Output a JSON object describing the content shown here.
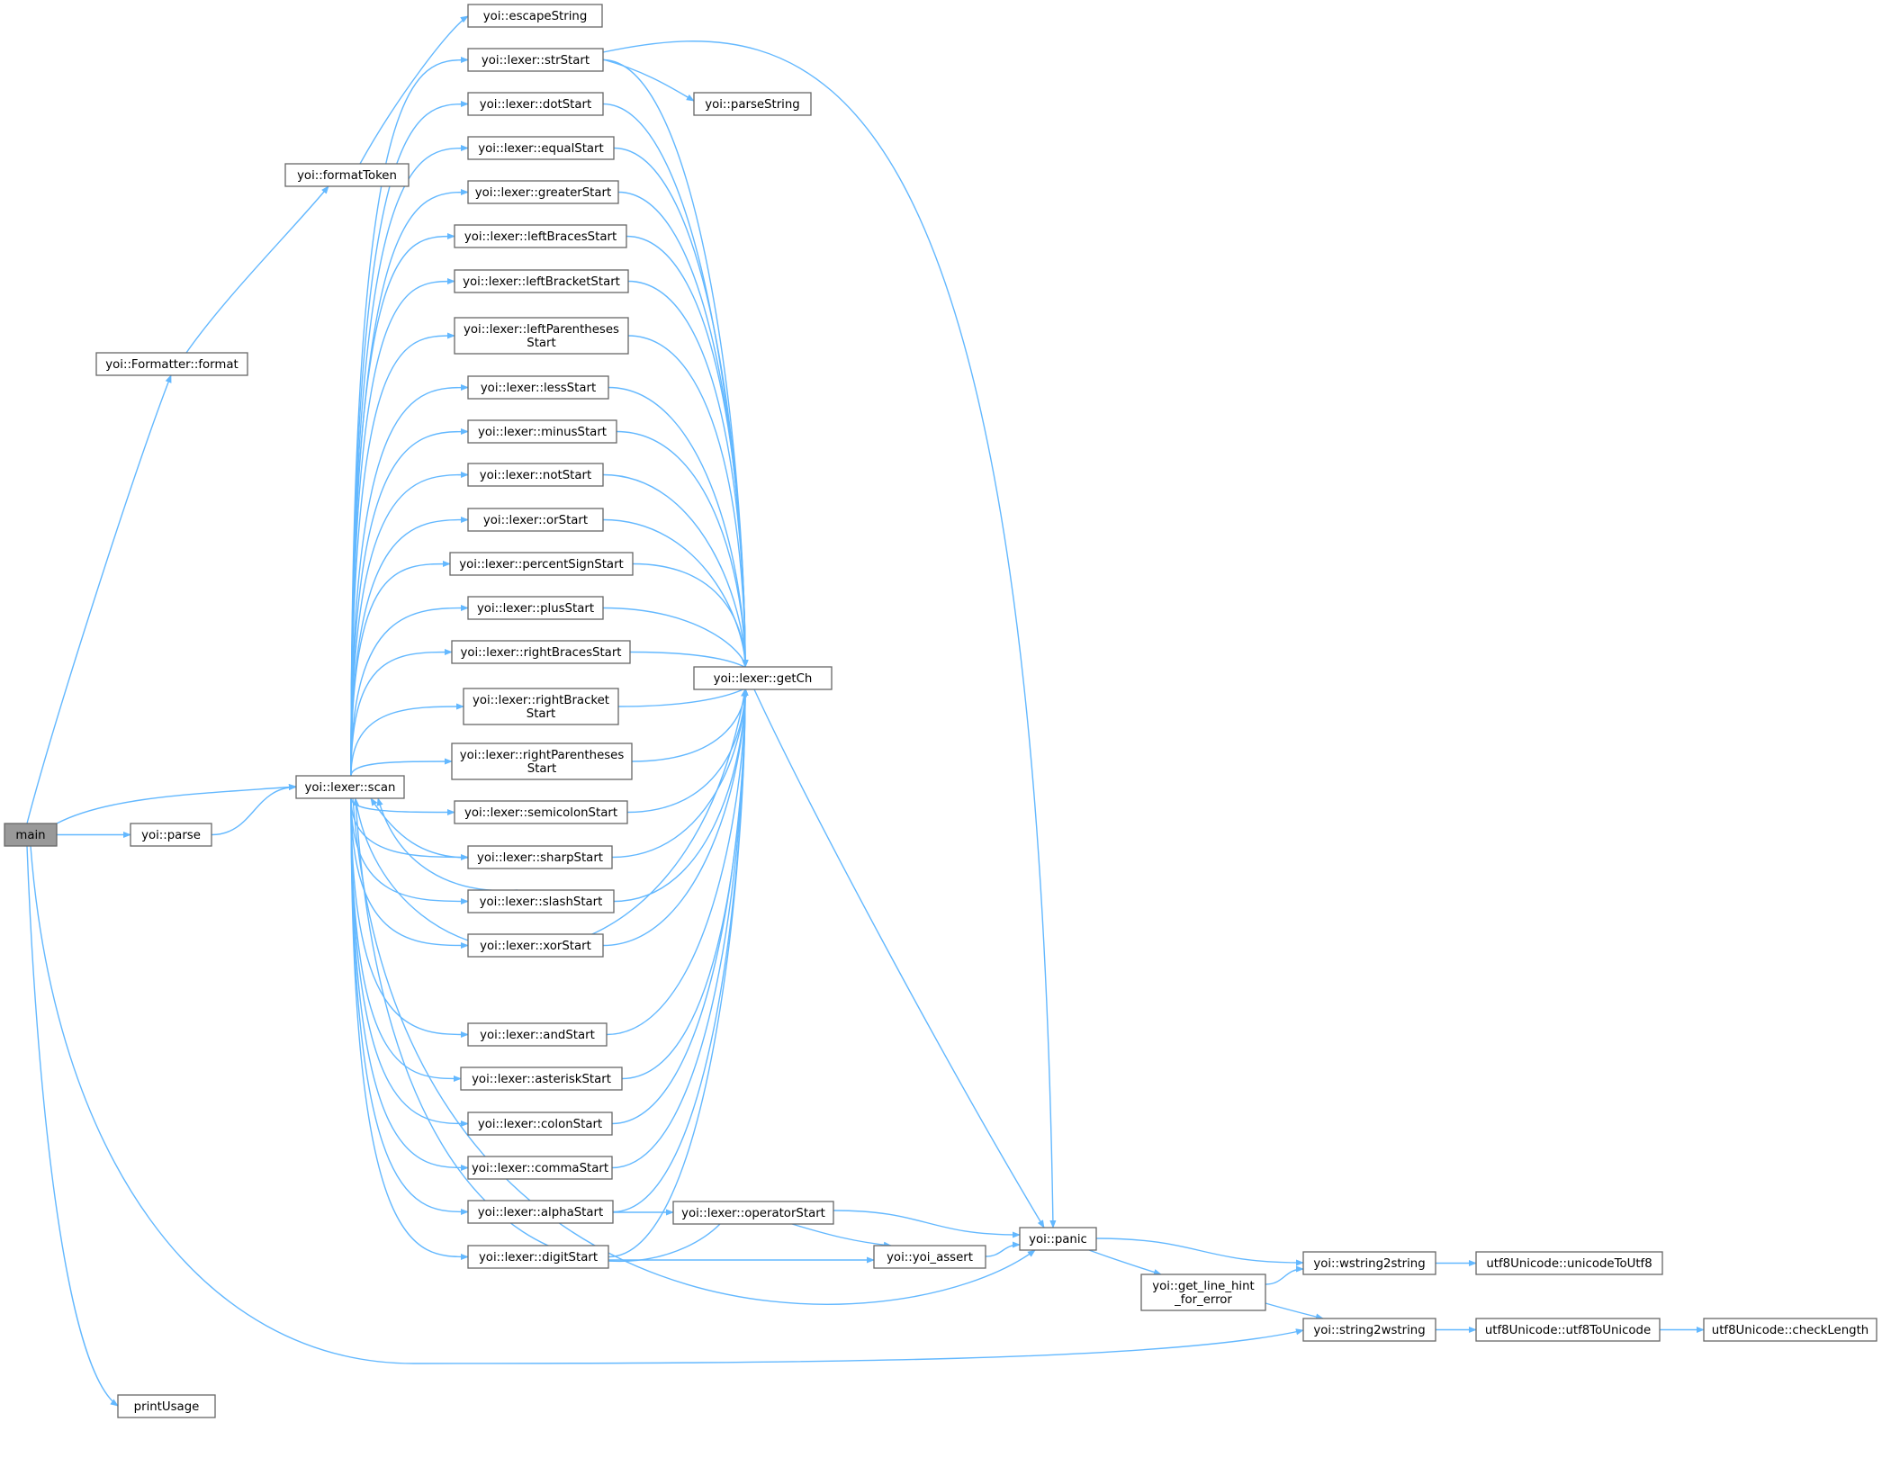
{
  "graph": {
    "nodes": [
      {
        "id": "main",
        "lines": [
          "main"
        ],
        "root": true
      },
      {
        "id": "format",
        "lines": [
          "yoi::Formatter::format"
        ]
      },
      {
        "id": "formatToken",
        "lines": [
          "yoi::formatToken"
        ]
      },
      {
        "id": "escapeString",
        "lines": [
          "yoi::escapeString"
        ]
      },
      {
        "id": "parse",
        "lines": [
          "yoi::parse"
        ]
      },
      {
        "id": "scan",
        "lines": [
          "yoi::lexer::scan"
        ]
      },
      {
        "id": "printUsage",
        "lines": [
          "printUsage"
        ]
      },
      {
        "id": "strStart",
        "lines": [
          "yoi::lexer::strStart"
        ]
      },
      {
        "id": "dotStart",
        "lines": [
          "yoi::lexer::dotStart"
        ]
      },
      {
        "id": "equalStart",
        "lines": [
          "yoi::lexer::equalStart"
        ]
      },
      {
        "id": "greaterStart",
        "lines": [
          "yoi::lexer::greaterStart"
        ]
      },
      {
        "id": "leftBracesStart",
        "lines": [
          "yoi::lexer::leftBracesStart"
        ]
      },
      {
        "id": "leftBracketStart",
        "lines": [
          "yoi::lexer::leftBracketStart"
        ]
      },
      {
        "id": "leftParenthesesStart",
        "lines": [
          "yoi::lexer::leftParentheses",
          "Start"
        ]
      },
      {
        "id": "lessStart",
        "lines": [
          "yoi::lexer::lessStart"
        ]
      },
      {
        "id": "minusStart",
        "lines": [
          "yoi::lexer::minusStart"
        ]
      },
      {
        "id": "notStart",
        "lines": [
          "yoi::lexer::notStart"
        ]
      },
      {
        "id": "orStart",
        "lines": [
          "yoi::lexer::orStart"
        ]
      },
      {
        "id": "percentSignStart",
        "lines": [
          "yoi::lexer::percentSignStart"
        ]
      },
      {
        "id": "plusStart",
        "lines": [
          "yoi::lexer::plusStart"
        ]
      },
      {
        "id": "rightBracesStart",
        "lines": [
          "yoi::lexer::rightBracesStart"
        ]
      },
      {
        "id": "rightBracketStart",
        "lines": [
          "yoi::lexer::rightBracket",
          "Start"
        ]
      },
      {
        "id": "rightParenthesesStart",
        "lines": [
          "yoi::lexer::rightParentheses",
          "Start"
        ]
      },
      {
        "id": "semicolonStart",
        "lines": [
          "yoi::lexer::semicolonStart"
        ]
      },
      {
        "id": "sharpStart",
        "lines": [
          "yoi::lexer::sharpStart"
        ]
      },
      {
        "id": "slashStart",
        "lines": [
          "yoi::lexer::slashStart"
        ]
      },
      {
        "id": "xorStart",
        "lines": [
          "yoi::lexer::xorStart"
        ]
      },
      {
        "id": "andStart",
        "lines": [
          "yoi::lexer::andStart"
        ]
      },
      {
        "id": "asteriskStart",
        "lines": [
          "yoi::lexer::asteriskStart"
        ]
      },
      {
        "id": "colonStart",
        "lines": [
          "yoi::lexer::colonStart"
        ]
      },
      {
        "id": "commaStart",
        "lines": [
          "yoi::lexer::commaStart"
        ]
      },
      {
        "id": "alphaStart",
        "lines": [
          "yoi::lexer::alphaStart"
        ]
      },
      {
        "id": "digitStart",
        "lines": [
          "yoi::lexer::digitStart"
        ]
      },
      {
        "id": "parseString",
        "lines": [
          "yoi::parseString"
        ]
      },
      {
        "id": "getCh",
        "lines": [
          "yoi::lexer::getCh"
        ]
      },
      {
        "id": "operatorStart",
        "lines": [
          "yoi::lexer::operatorStart"
        ]
      },
      {
        "id": "yoi_assert",
        "lines": [
          "yoi::yoi_assert"
        ]
      },
      {
        "id": "panic",
        "lines": [
          "yoi::panic"
        ]
      },
      {
        "id": "get_line_hint",
        "lines": [
          "yoi::get_line_hint",
          "_for_error"
        ]
      },
      {
        "id": "wstring2string",
        "lines": [
          "yoi::wstring2string"
        ]
      },
      {
        "id": "string2wstring",
        "lines": [
          "yoi::string2wstring"
        ]
      },
      {
        "id": "unicodeToUtf8",
        "lines": [
          "utf8Unicode::unicodeToUtf8"
        ]
      },
      {
        "id": "utf8ToUnicode",
        "lines": [
          "utf8Unicode::utf8ToUnicode"
        ]
      },
      {
        "id": "checkLength",
        "lines": [
          "utf8Unicode::checkLength"
        ]
      }
    ]
  }
}
